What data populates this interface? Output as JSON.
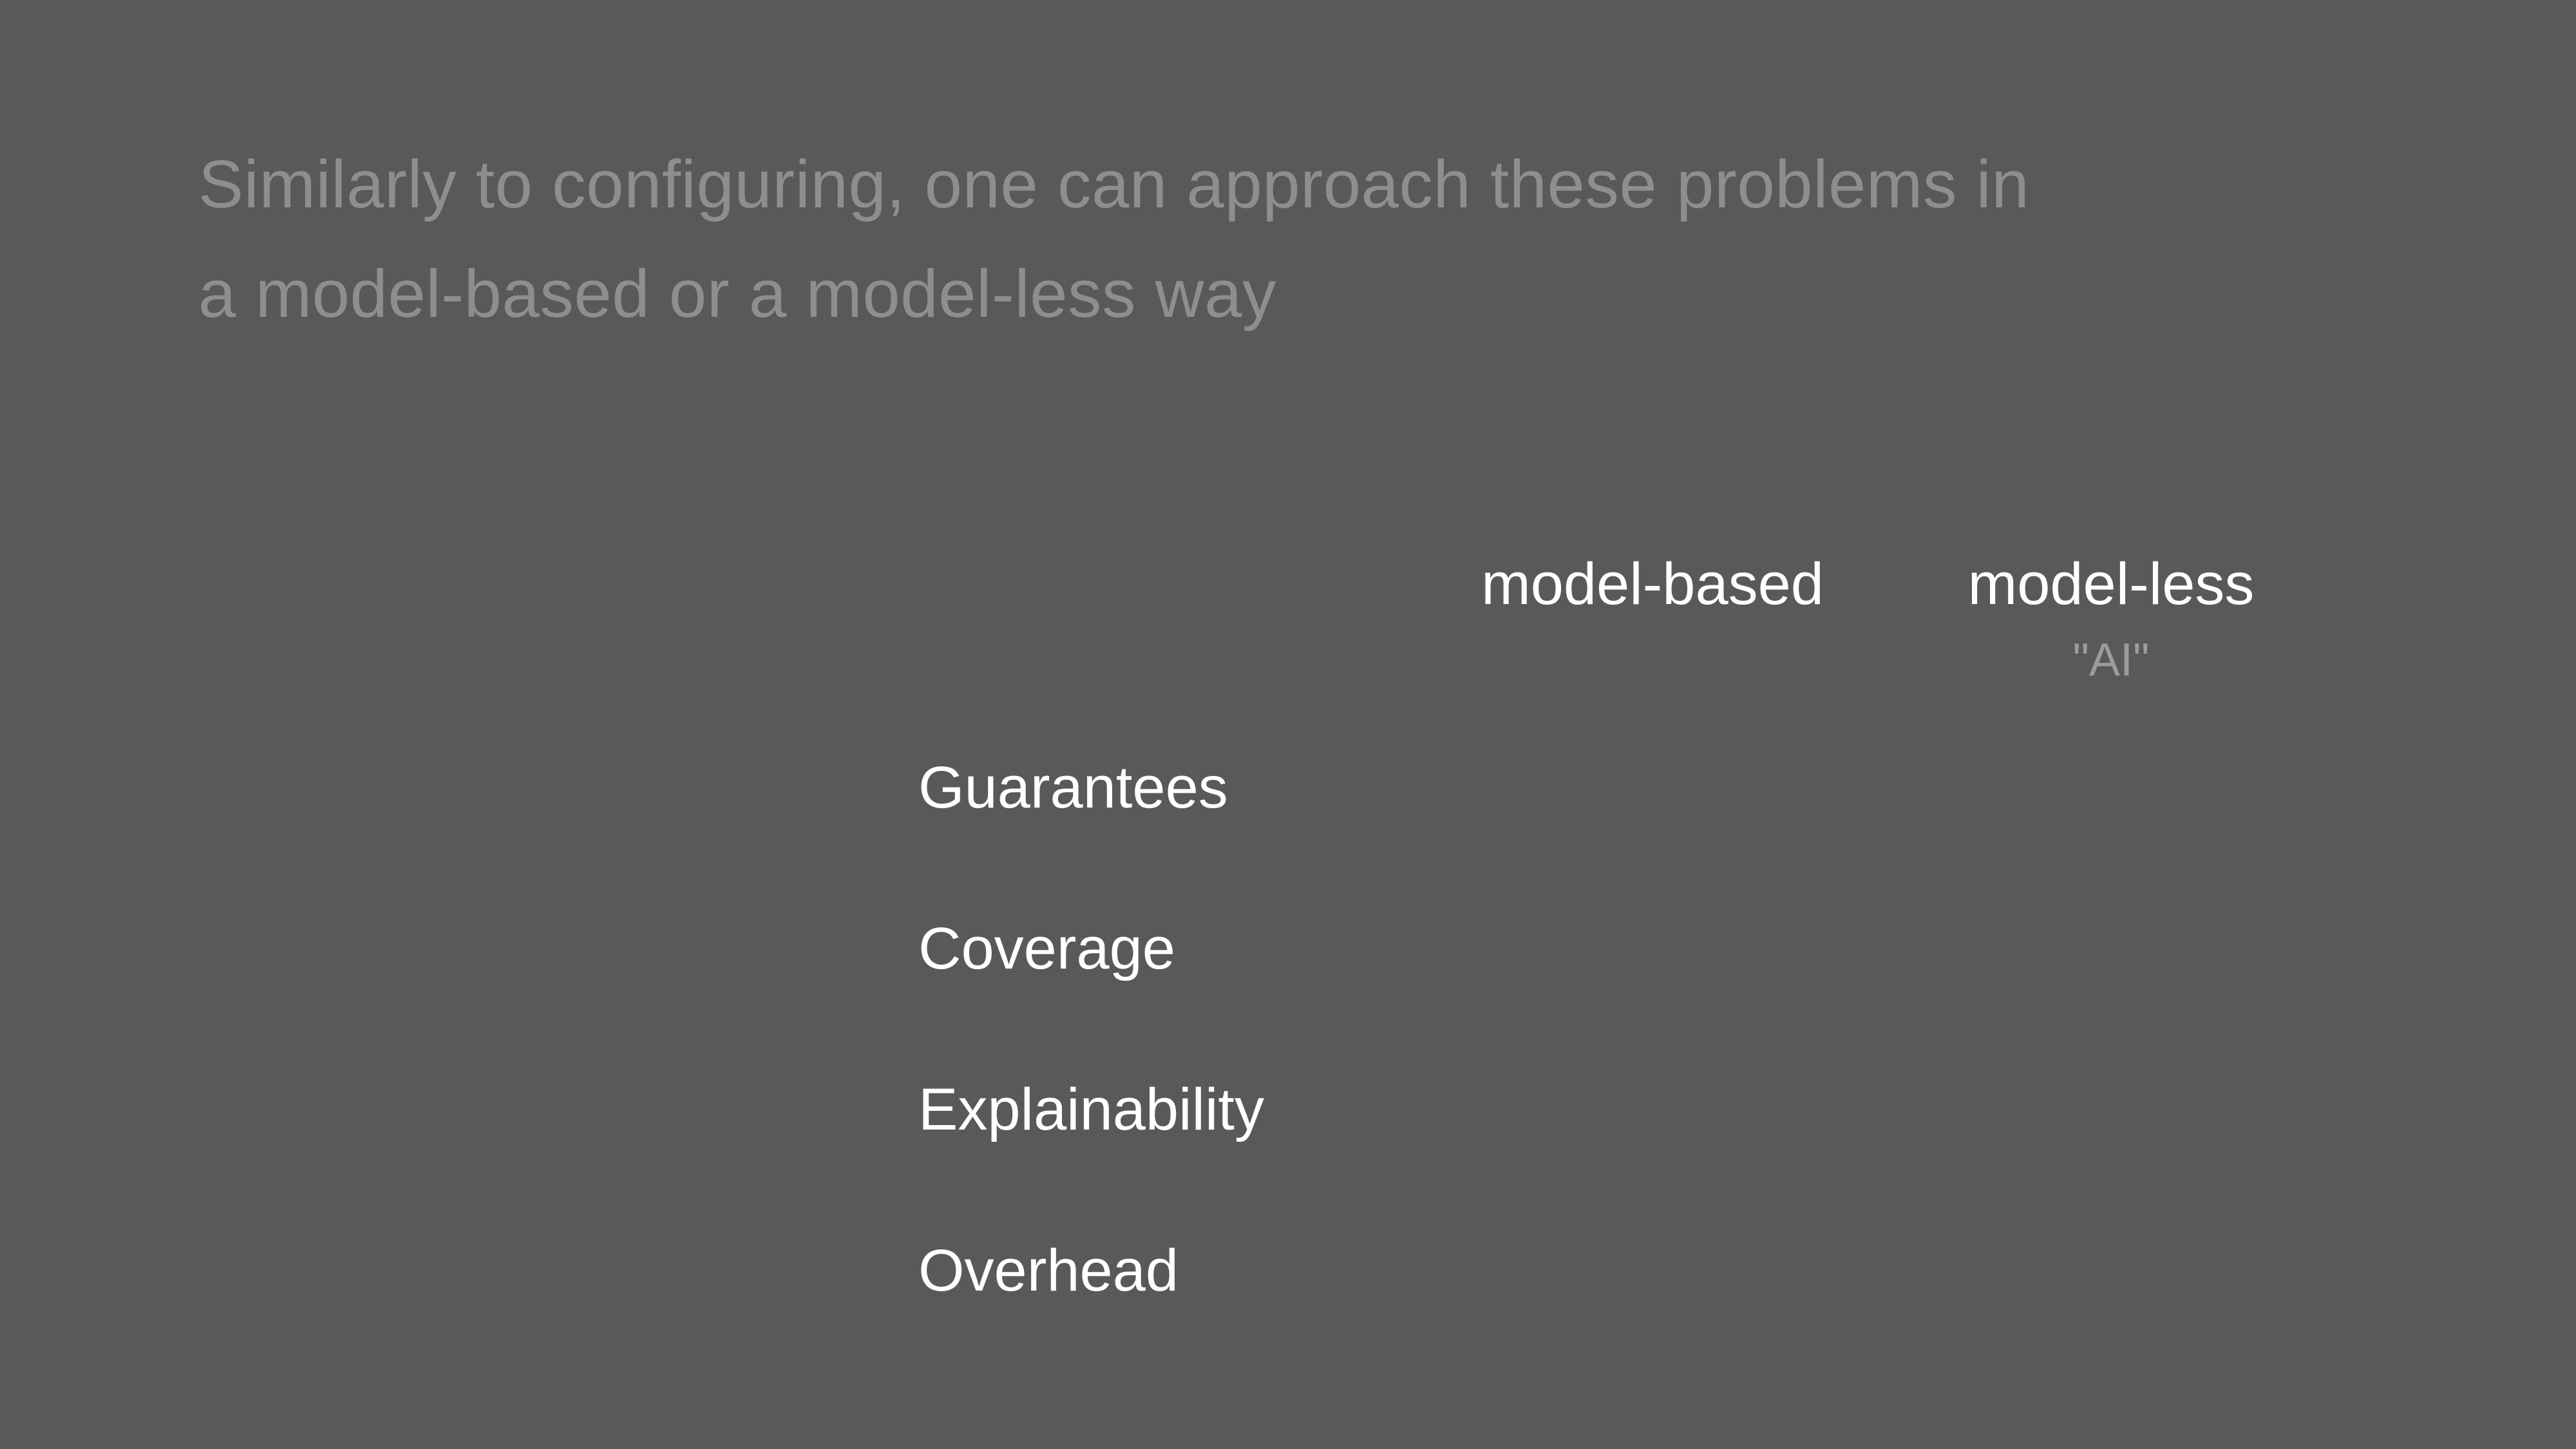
{
  "slide": {
    "title": {
      "line1": "Similarly to configuring, one can approach these problems in",
      "line2": "a model-based or a model-less way"
    },
    "table": {
      "columns": [
        {
          "label": "model-based",
          "sublabel": ""
        },
        {
          "label": "model-less",
          "sublabel": "\"AI\""
        }
      ],
      "rows": [
        {
          "label": "Guarantees"
        },
        {
          "label": "Coverage"
        },
        {
          "label": "Explainability"
        },
        {
          "label": "Overhead"
        }
      ]
    },
    "colors": {
      "background": "#595959",
      "title": "#8e8e8e",
      "heading": "#ffffff",
      "subheading": "#9c9c9c"
    }
  }
}
